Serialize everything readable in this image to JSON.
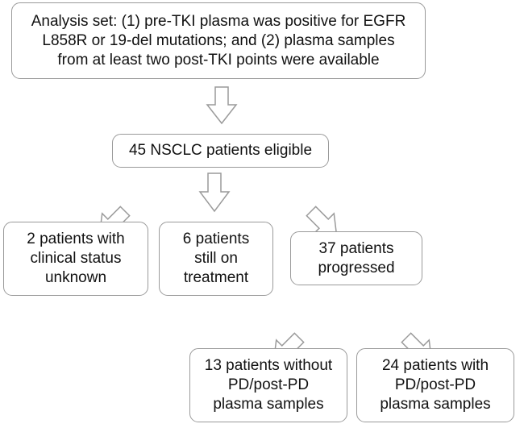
{
  "flowchart": {
    "analysis_set": "Analysis set: (1) pre-TKI plasma was positive for EGFR\nL858R or 19-del mutations; and (2) plasma samples\nfrom at least two post-TKI points were available",
    "eligible": "45 NSCLC patients eligible",
    "status_unknown": "2 patients with\nclinical status\nunknown",
    "still_on_treatment": "6 patients\nstill on\ntreatment",
    "progressed": "37 patients\nprogressed",
    "without_samples": "13 patients without\nPD/post-PD\nplasma samples",
    "with_samples": "24 patients with\nPD/post-PD\nplasma samples"
  }
}
